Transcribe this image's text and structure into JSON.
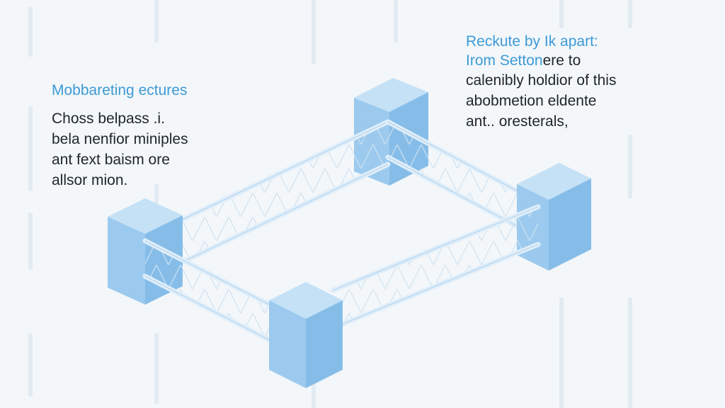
{
  "diagram": {
    "left_text": {
      "heading": "Mobbareting ectures",
      "lines": [
        "Choss belpass .i.",
        "bela nenfior miniples",
        "ant fext baism ore",
        "allsor mion."
      ]
    },
    "right_text": {
      "heading_lines": [
        "Reckute by Ik apart:",
        "Irom Setton"
      ],
      "line1_suffix": "ere to",
      "lines": [
        "calenibly holdior of this",
        "abobmetion eldente",
        "ant.. oresterals,"
      ]
    },
    "colors": {
      "accent": "#3d9ad6",
      "block_top": "#c4e1f6",
      "block_front": "#9ccaee",
      "block_side": "#7fb8e6",
      "truss": "#dfeefa",
      "background": "#f3f7fa"
    },
    "icons": [
      "corner-block-icon",
      "truss-beam-icon"
    ]
  }
}
